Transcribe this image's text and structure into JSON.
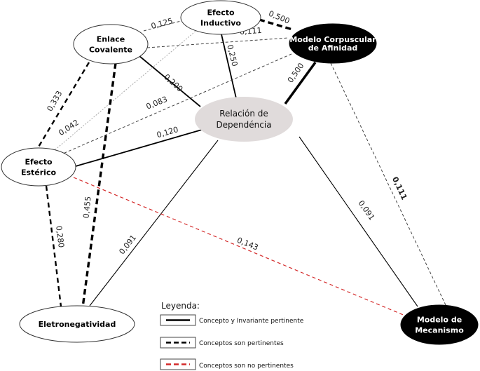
{
  "colors": {
    "black": "#000000",
    "white": "#ffffff",
    "relation_fill": "#e0dbdb",
    "non_pertinent": "#d42a2a",
    "light_gray": "#aaaaaa",
    "dark_dash": "#444444"
  },
  "nodes": [
    {
      "id": "enlace",
      "lines": [
        "Enlace",
        "Covalente"
      ],
      "style": "white"
    },
    {
      "id": "inductivo",
      "lines": [
        "Efecto",
        "Inductivo"
      ],
      "style": "white"
    },
    {
      "id": "corpuscular",
      "lines": [
        "Modelo Corpuscular",
        "de Afinidad"
      ],
      "style": "black"
    },
    {
      "id": "relacion",
      "lines": [
        "Relación de",
        "Dependéncia"
      ],
      "style": "gray"
    },
    {
      "id": "esterico",
      "lines": [
        "Efecto",
        "Estérico"
      ],
      "style": "white"
    },
    {
      "id": "electro",
      "lines": [
        "Eletronegatividad"
      ],
      "style": "white"
    },
    {
      "id": "mecanismo",
      "lines": [
        "Modelo de",
        "Mecanismo"
      ],
      "style": "black"
    }
  ],
  "edges": [
    {
      "from": "enlace",
      "to": "inductivo",
      "value": "0,125",
      "type": "pertinent-thin"
    },
    {
      "from": "inductivo",
      "to": "corpuscular",
      "value": "0,500",
      "type": "pertinent-bold"
    },
    {
      "from": "enlace",
      "to": "corpuscular",
      "value": "0,111",
      "type": "pertinent-thin"
    },
    {
      "from": "inductivo",
      "to": "relacion",
      "value": "0,250",
      "type": "invariant"
    },
    {
      "from": "enlace",
      "to": "relacion",
      "value": "0,200",
      "type": "invariant"
    },
    {
      "from": "corpuscular",
      "to": "relacion",
      "value": "0,500",
      "type": "invariant-bold"
    },
    {
      "from": "enlace",
      "to": "esterico",
      "value": "0,333",
      "type": "pertinent"
    },
    {
      "from": "inductivo",
      "to": "esterico",
      "value": "0,042",
      "type": "faint"
    },
    {
      "from": "corpuscular",
      "to": "esterico",
      "value": "0,083",
      "type": "pertinent-thin"
    },
    {
      "from": "esterico",
      "to": "relacion",
      "value": "0,120",
      "type": "invariant"
    },
    {
      "from": "enlace",
      "to": "electro",
      "value": "0,455",
      "type": "pertinent-bold"
    },
    {
      "from": "esterico",
      "to": "electro",
      "value": "0,280",
      "type": "pertinent"
    },
    {
      "from": "relacion",
      "to": "electro",
      "value": "0,091",
      "type": "invariant-thin"
    },
    {
      "from": "esterico",
      "to": "mecanismo",
      "value": "0,143",
      "type": "non-pertinent"
    },
    {
      "from": "relacion",
      "to": "mecanismo",
      "value": "0,091",
      "type": "invariant-thin"
    },
    {
      "from": "corpuscular",
      "to": "mecanismo",
      "value": "0,111",
      "type": "pertinent-thin"
    }
  ],
  "legend": {
    "title": "Leyenda:",
    "items": [
      {
        "label": "Concepto y Invariante pertinente",
        "type": "invariant"
      },
      {
        "label": "Conceptos son pertinentes",
        "type": "pertinent"
      },
      {
        "label": "Conceptos son no pertinentes",
        "type": "non-pertinent"
      }
    ]
  }
}
